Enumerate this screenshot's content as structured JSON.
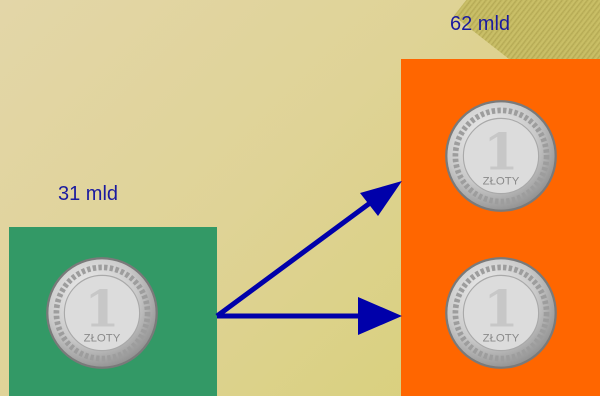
{
  "left": {
    "amount_label": "31 mld",
    "coin": {
      "denomination": "1",
      "unit": "ZŁOTY"
    },
    "box_color": "#339966"
  },
  "right": {
    "amount_label": "62 mld",
    "coins": [
      {
        "denomination": "1",
        "unit": "ZŁOTY"
      },
      {
        "denomination": "1",
        "unit": "ZŁOTY"
      }
    ],
    "box_color": "#ff6600"
  },
  "arrow_color": "#0000aa",
  "label_color": "#1a1aa0"
}
